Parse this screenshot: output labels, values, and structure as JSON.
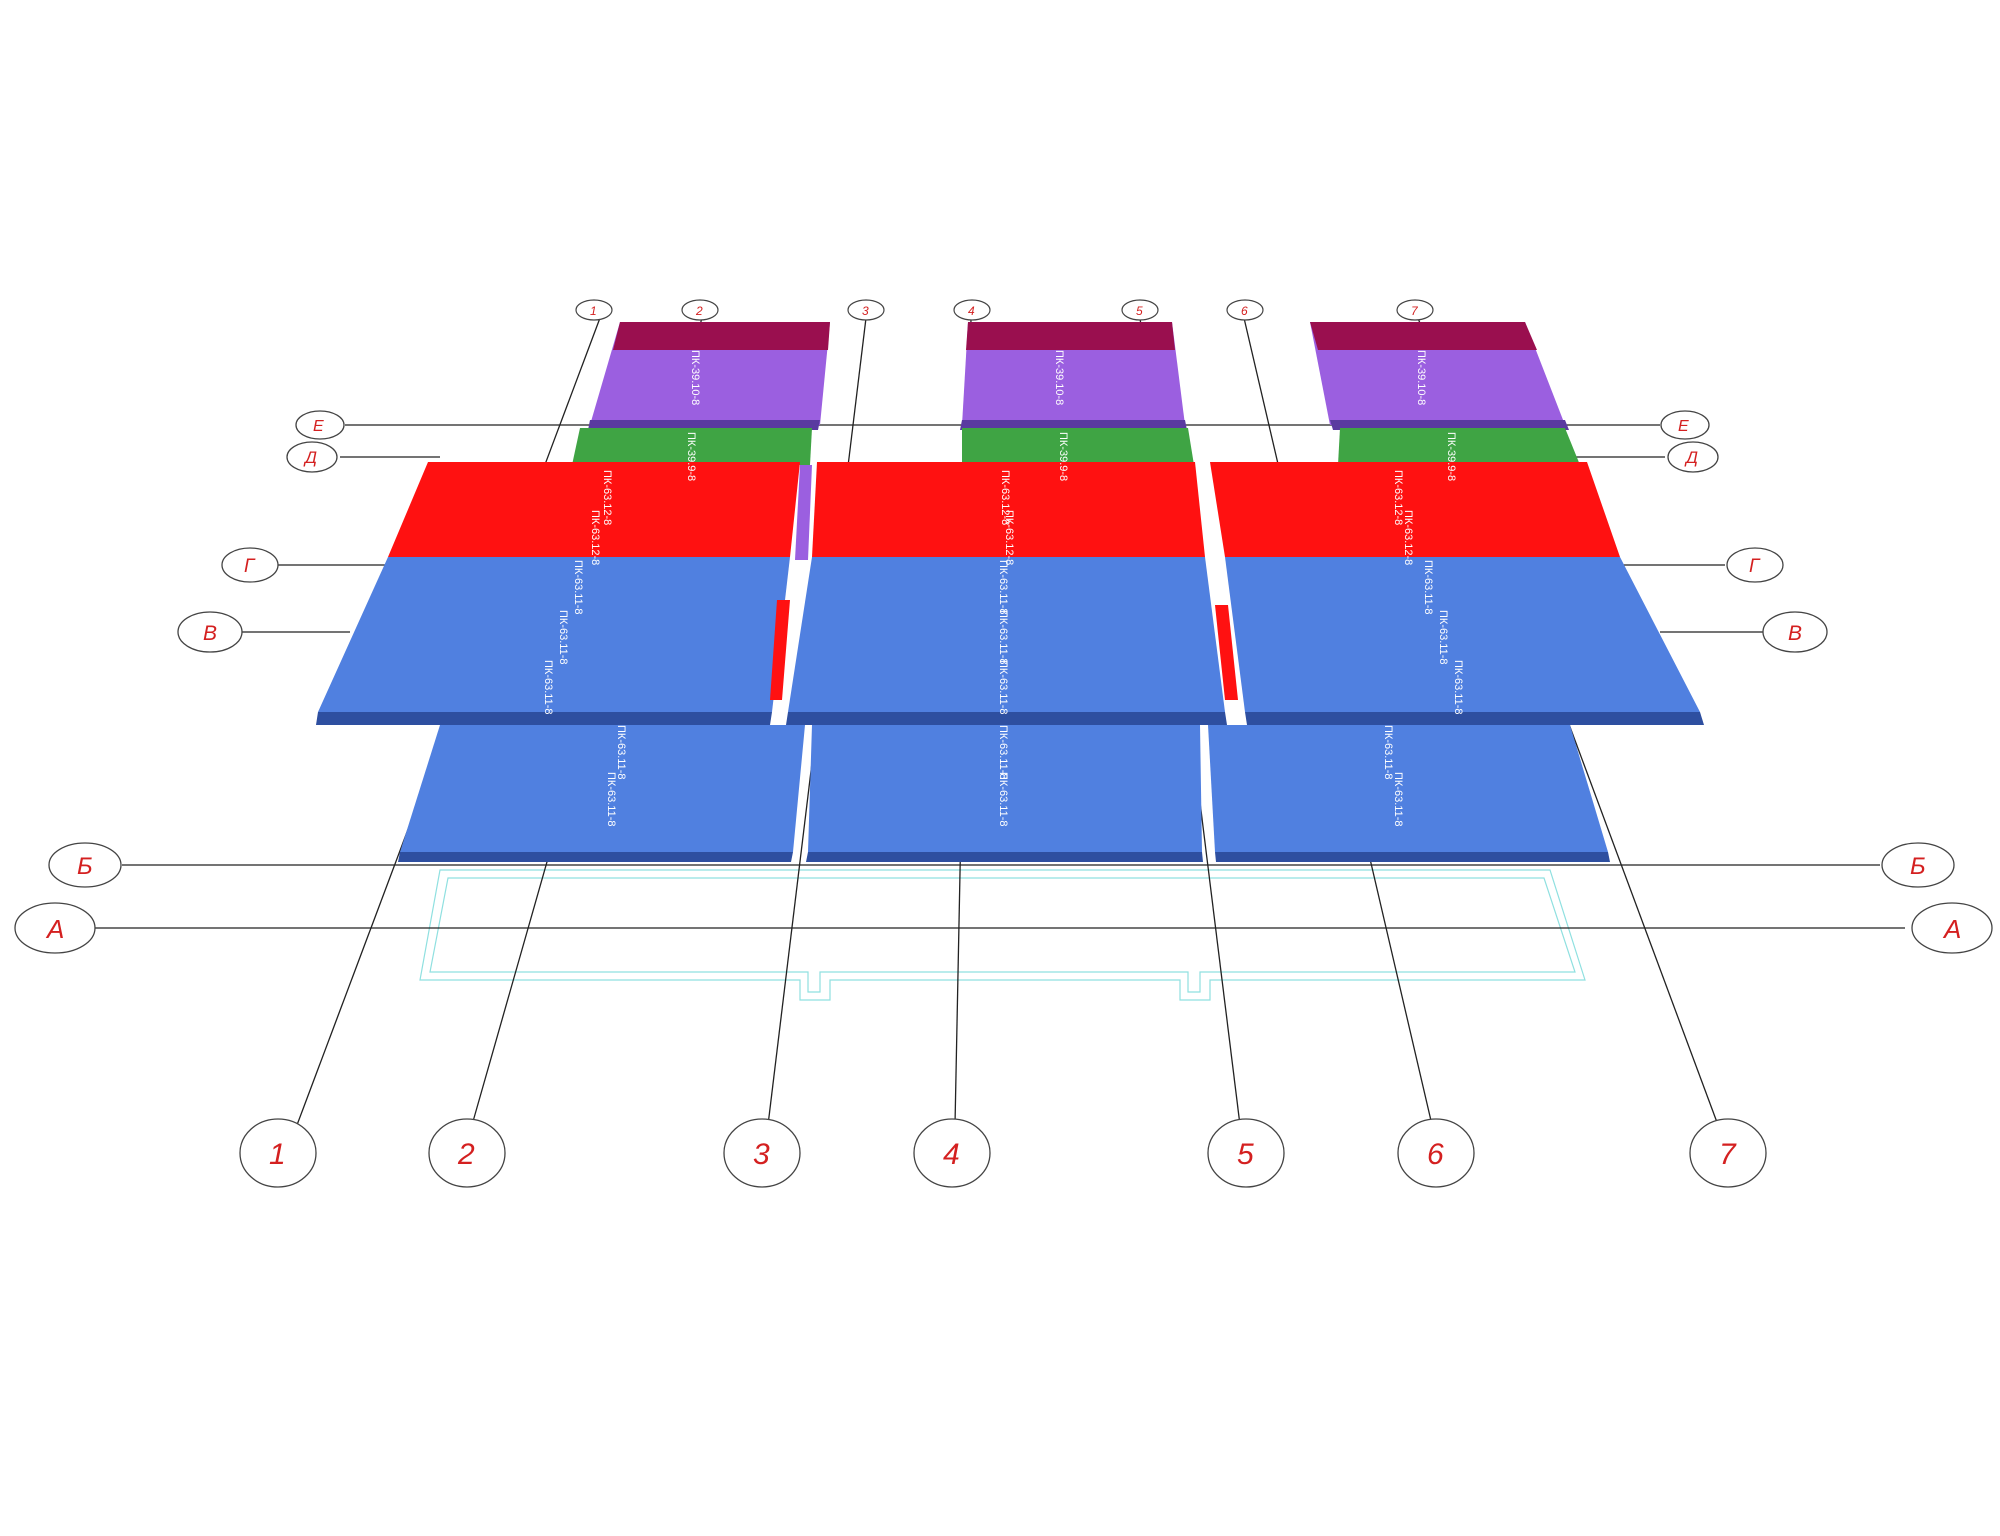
{
  "colors": {
    "background": "#ffffff",
    "hollowcore_long": "#5080e0",
    "hollowcore_long_edge": "#2e4fa0",
    "hollowcore_mid": "#ff1111",
    "hollowcore_short": "#3fa444",
    "hollowcore_top": "#9b5fe0",
    "hollowcore_top_edge": "#9a0f4f",
    "axis_line": "#222222",
    "axis_label": "#d42020",
    "foundation_outline": "#8fe0e0"
  },
  "axes": {
    "letters": [
      "А",
      "Б",
      "В",
      "Г",
      "Д",
      "Е"
    ],
    "numbers": [
      "1",
      "2",
      "3",
      "4",
      "5",
      "6",
      "7"
    ]
  },
  "slab_marks": {
    "blue": "ПК-63.11-8",
    "red": "ПК-63.12-8",
    "green": "ПК-39.9-8",
    "purple": "ПК-39.10-8"
  }
}
